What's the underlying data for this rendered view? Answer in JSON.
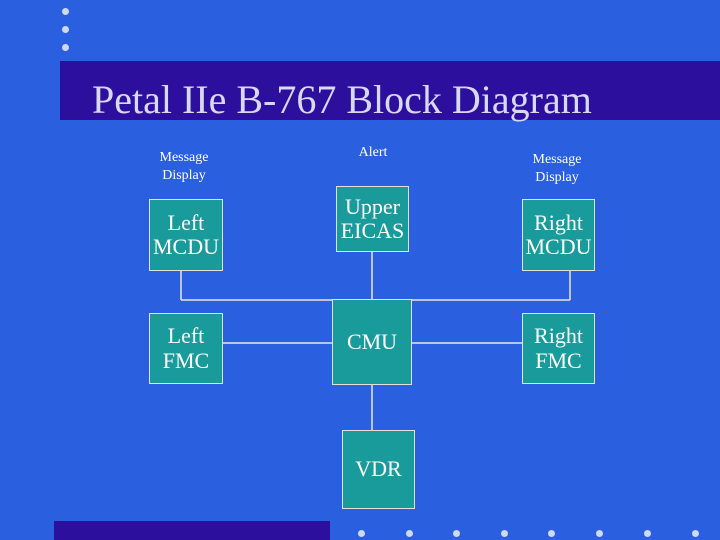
{
  "slide": {
    "title": "Petal IIe B-767 Block Diagram",
    "labels": {
      "left_message": "Message\nDisplay",
      "alert": "Alert",
      "right_message": "Message\nDisplay"
    },
    "nodes": {
      "left_mcdu": "Left\nMCDU",
      "upper_eicas": "Upper\nEICAS",
      "right_mcdu": "Right\nMCDU",
      "left_fmc": "Left\nFMC",
      "cmu": "CMU",
      "right_fmc": "Right\nFMC",
      "vdr": "VDR"
    }
  }
}
